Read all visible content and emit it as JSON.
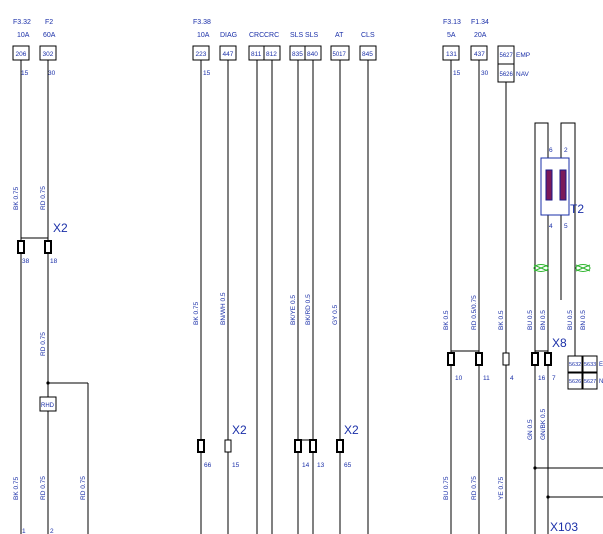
{
  "fuses": [
    {
      "id": "f1",
      "name": "F3.32",
      "rating": "10A",
      "box": "206",
      "pin": "15"
    },
    {
      "id": "f2",
      "name": "F2",
      "rating": "60A",
      "box": "302",
      "pin": "30"
    },
    {
      "id": "f3",
      "name": "F3.38",
      "rating": "10A",
      "box": "223",
      "pin": "15"
    },
    {
      "id": "f4",
      "name": "F3.13",
      "rating": "5A",
      "box": "131",
      "pin": "15"
    },
    {
      "id": "f5",
      "name": "F1.34",
      "rating": "20A",
      "box": "437",
      "pin": "30"
    }
  ],
  "signals": [
    {
      "id": "s1",
      "label": "DIAG",
      "box": "447"
    },
    {
      "id": "s2",
      "label": "CRC",
      "box": "811"
    },
    {
      "id": "s3",
      "label": "CRC",
      "box": "812"
    },
    {
      "id": "s4",
      "label": "SLS",
      "box": "835"
    },
    {
      "id": "s5",
      "label": "SLS",
      "box": "840"
    },
    {
      "id": "s6",
      "label": "AT",
      "box": "5017"
    },
    {
      "id": "s7",
      "label": "CLS",
      "box": "845"
    }
  ],
  "emp_nav": {
    "top_box": "5627",
    "bottom_box": "5626",
    "emp_label": "EMP",
    "nav_label": "NAV"
  },
  "wire_labels": [
    "BK 0.75",
    "RD 0.75",
    "RD 0.75",
    "BK 0.75",
    "RD 0.75",
    "RD 0.75",
    "BK 0.75",
    "BN/WH 0.5",
    "BK/YE 0.5",
    "BK/RD 0.5",
    "GY 0.5",
    "BK 0.5",
    "RD 0.5/0.75",
    "BK 0.5",
    "BU 0.5",
    "BN 0.5",
    "BU 0.5",
    "BN 0.5",
    "GN 0.5",
    "GN/BK 0.5",
    "BU 0.75",
    "RD 0.75",
    "YE 0.75"
  ],
  "connectors": {
    "x2_a": {
      "label": "X2",
      "pins": [
        "38",
        "18"
      ]
    },
    "x2_b": {
      "label": "X2",
      "pins": [
        "66",
        "15"
      ]
    },
    "x2_c": {
      "label": "X2",
      "pins": [
        "14",
        "13",
        "65"
      ]
    },
    "x8": {
      "label": "X8",
      "pins": [
        "10",
        "11",
        "4",
        "16",
        "7"
      ]
    },
    "x103": {
      "label": "X103"
    }
  },
  "transformer": {
    "label": "T2",
    "pins": [
      "6",
      "2",
      "4",
      "5"
    ]
  },
  "rhd_box": "RHD",
  "right_boxes": {
    "a": "5632",
    "b": "5633",
    "c": "5626",
    "d": "5627",
    "e_label": "E",
    "n_label": "N"
  },
  "bottom_pins": [
    "1",
    "2"
  ]
}
